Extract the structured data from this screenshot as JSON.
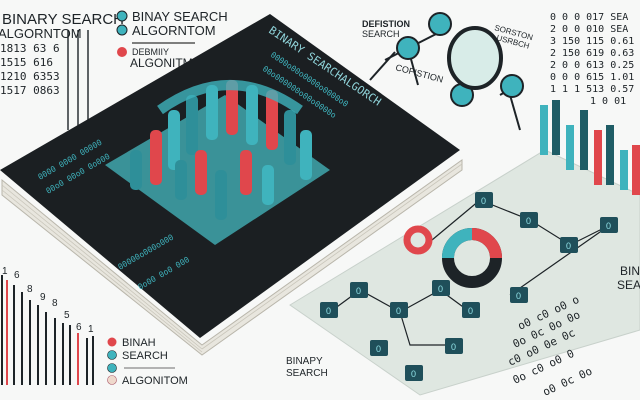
{
  "colors": {
    "background": "#f7f8f7",
    "book": "#1b1f22",
    "teal": "#3fb3bd",
    "dark_teal": "#1f5d66",
    "red": "#e0474c",
    "panel": "#dfe7e1"
  },
  "top_left": {
    "title_line1": "BINARY SEARCH",
    "title_line2": "ALGORNTOM",
    "digit_rows": [
      "1813 63 6",
      "1515 616",
      "1210 6353",
      "1517 0863"
    ]
  },
  "legend_top": {
    "items": [
      {
        "marker": "1",
        "color": "#3fb3bd",
        "label": "BINAY SEARCH"
      },
      {
        "marker": "1",
        "color": "#3fb3bd",
        "label": "ALGORNTOM"
      },
      {
        "marker": "1",
        "color": "#e0474c",
        "label": "DEBMIIY"
      }
    ],
    "extra_label": "ALGONITM"
  },
  "book": {
    "title": "BINARY SEARCHALGORCH"
  },
  "tree": {
    "label_left": [
      "DEFISTION",
      "SEARCH"
    ],
    "label_mid": "COFISTION",
    "label_right": [
      "SORSTON",
      "USRBCH"
    ]
  },
  "top_right_digits": [
    "0 0 0 017 SEA",
    "2 0 0 010 SEA",
    "3 150 115 0.61",
    "2 150 619 0.63",
    "2 0 0 613 0.25",
    "0 0 0 615 1.01",
    "1 1 1 513 0.57",
    "1 0 01"
  ],
  "bottom_left": {
    "bar_digits": [
      "1",
      "6",
      "8",
      "9",
      "8",
      "5",
      "6",
      "1"
    ],
    "legend": [
      {
        "marker": "1",
        "color": "#e0474c",
        "label": "BINAH"
      },
      {
        "marker": "1",
        "color": "#3fb3bd",
        "label": "SEARCH"
      },
      {
        "marker": "7",
        "color": "#3fb3bd",
        "label": ""
      },
      {
        "marker": "9",
        "color": "#d9a88f",
        "label": "ALGONITOM"
      }
    ]
  },
  "panel": {
    "node_label": "0",
    "caption": [
      "BINAPY",
      "SEARCH"
    ],
    "right_caption": [
      "BIN",
      "SEA"
    ]
  }
}
